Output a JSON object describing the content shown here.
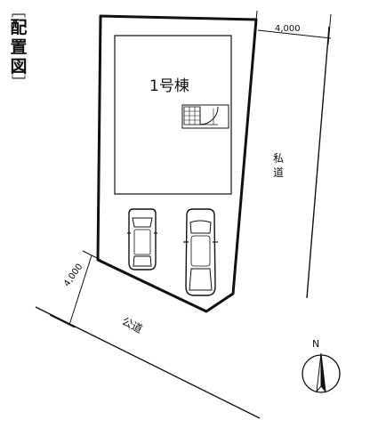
{
  "title": {
    "open_bracket": "﹇",
    "chars": [
      "配",
      "置",
      "図"
    ],
    "close_bracket": "﹈"
  },
  "building": {
    "label": "1号棟"
  },
  "dimensions": {
    "top_road_width": "4,000",
    "left_road_width": "4,000"
  },
  "roads": {
    "public": "公道",
    "private_chars": [
      "私",
      "道"
    ]
  },
  "compass": {
    "north": "N"
  },
  "colors": {
    "line": "#111111",
    "background": "#ffffff"
  }
}
